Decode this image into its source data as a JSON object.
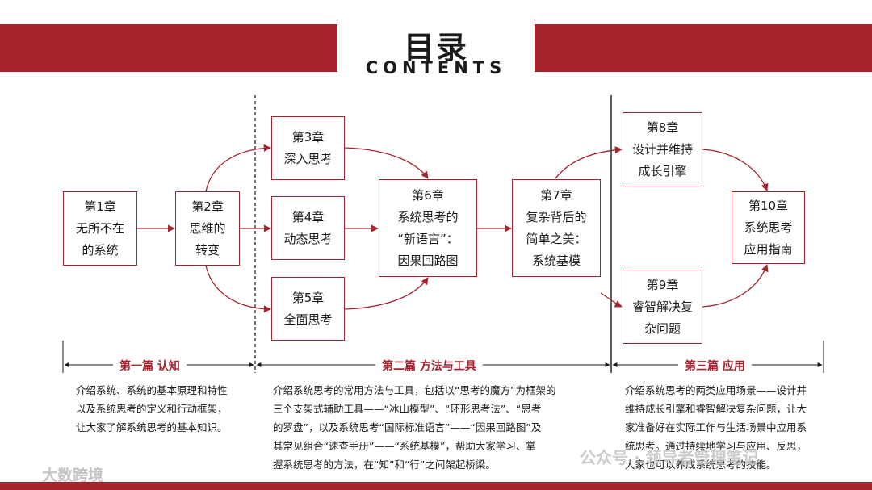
{
  "header": {
    "title": "目录",
    "subtitle": "CONTENTS"
  },
  "chapters": {
    "ch1": [
      "第1章",
      "无所不在",
      "的系统"
    ],
    "ch2": [
      "第2章",
      "思维的",
      "转变"
    ],
    "ch3": [
      "第3章",
      "深入思考"
    ],
    "ch4": [
      "第4章",
      "动态思考"
    ],
    "ch5": [
      "第5章",
      "全面思考"
    ],
    "ch6": [
      "第6章",
      "系统思考的",
      "“新语言”：",
      "因果回路图"
    ],
    "ch7": [
      "第7章",
      "复杂背后的",
      "简单之美：",
      "系统基模"
    ],
    "ch8": [
      "第8章",
      "设计并维持",
      "成长引擎"
    ],
    "ch9": [
      "第9章",
      "睿智解决复",
      "杂问题"
    ],
    "ch10": [
      "第10章",
      "系统思考",
      "应用指南"
    ]
  },
  "parts": [
    {
      "label": "第一篇  认知",
      "desc": [
        "介绍系统、系统的基本原理和特性",
        "以及系统思考的定义和行动框架，",
        "让大家了解系统思考的基本知识。"
      ]
    },
    {
      "label": "第二篇  方法与工具",
      "desc": [
        "介绍系统思考的常用方法与工具，包括以“思考的魔方”为框架的",
        "三个支架式辅助工具——“冰山模型”、“环形思考法”、“思考",
        "的罗盘”，以及系统思考“国际标准语言”——“因果回路图”及",
        "其常见组合“速查手册”——“系统基模”，帮助大家学习、掌",
        "握系统思考的方法，在“知”和“行”之间架起桥梁。"
      ]
    },
    {
      "label": "第三篇  应用",
      "desc": [
        "介绍系统思考的两类应用场景——设计并",
        "维持成长引擎和睿智解决复杂问题，让大",
        "家准备好在实际工作与生活场景中应用系",
        "统思考。通过持续地学习与应用、反思，",
        "大家也可以养成系统思考的技能。"
      ]
    }
  ],
  "watermarks": {
    "left": "大数跨境",
    "right": "公众号 · 领导者管理笔记"
  },
  "colors": {
    "accent": "#a6222d"
  }
}
